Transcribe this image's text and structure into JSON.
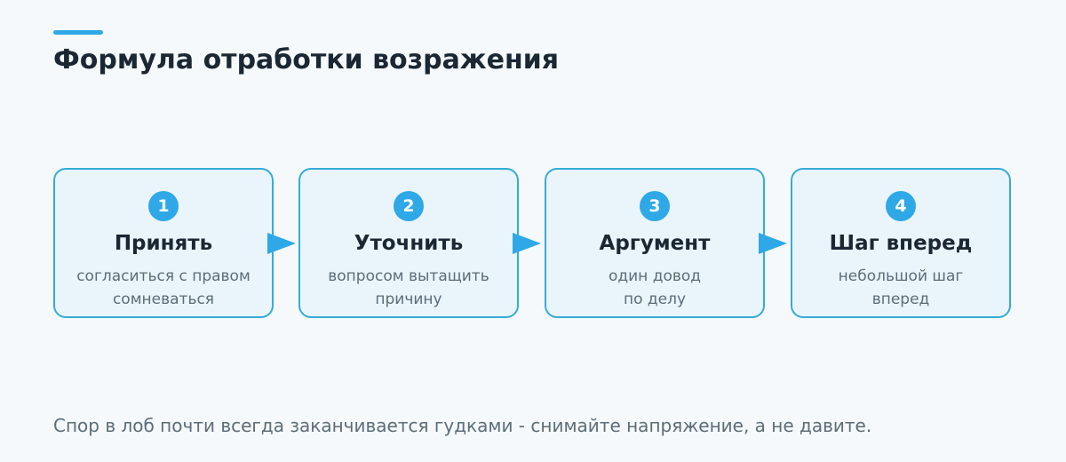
{
  "title": "Формула отработки возражения",
  "steps": [
    {
      "number": "1",
      "title": "Принять",
      "line1": "согласиться с правом",
      "line2": "сомневаться"
    },
    {
      "number": "2",
      "title": "Уточнить",
      "line1": "вопросом вытащить",
      "line2": "причину"
    },
    {
      "number": "3",
      "title": "Аргумент",
      "line1": "один довод",
      "line2": "по делу"
    },
    {
      "number": "4",
      "title": "Шаг вперед",
      "line1": "небольшой шаг",
      "line2": "вперед"
    }
  ],
  "footer": "Спор в лоб почти всегда заканчивается гудками - снимайте напряжение, а не давите.",
  "colors": {
    "accent": "#2ea8e6",
    "card_border": "#35acd6",
    "card_background": "#eaf4fb",
    "page_background": "#f5f9fc",
    "heading": "#1b2733",
    "muted_text": "#5d6d78"
  },
  "icons": [
    "arrow-right-icon"
  ]
}
